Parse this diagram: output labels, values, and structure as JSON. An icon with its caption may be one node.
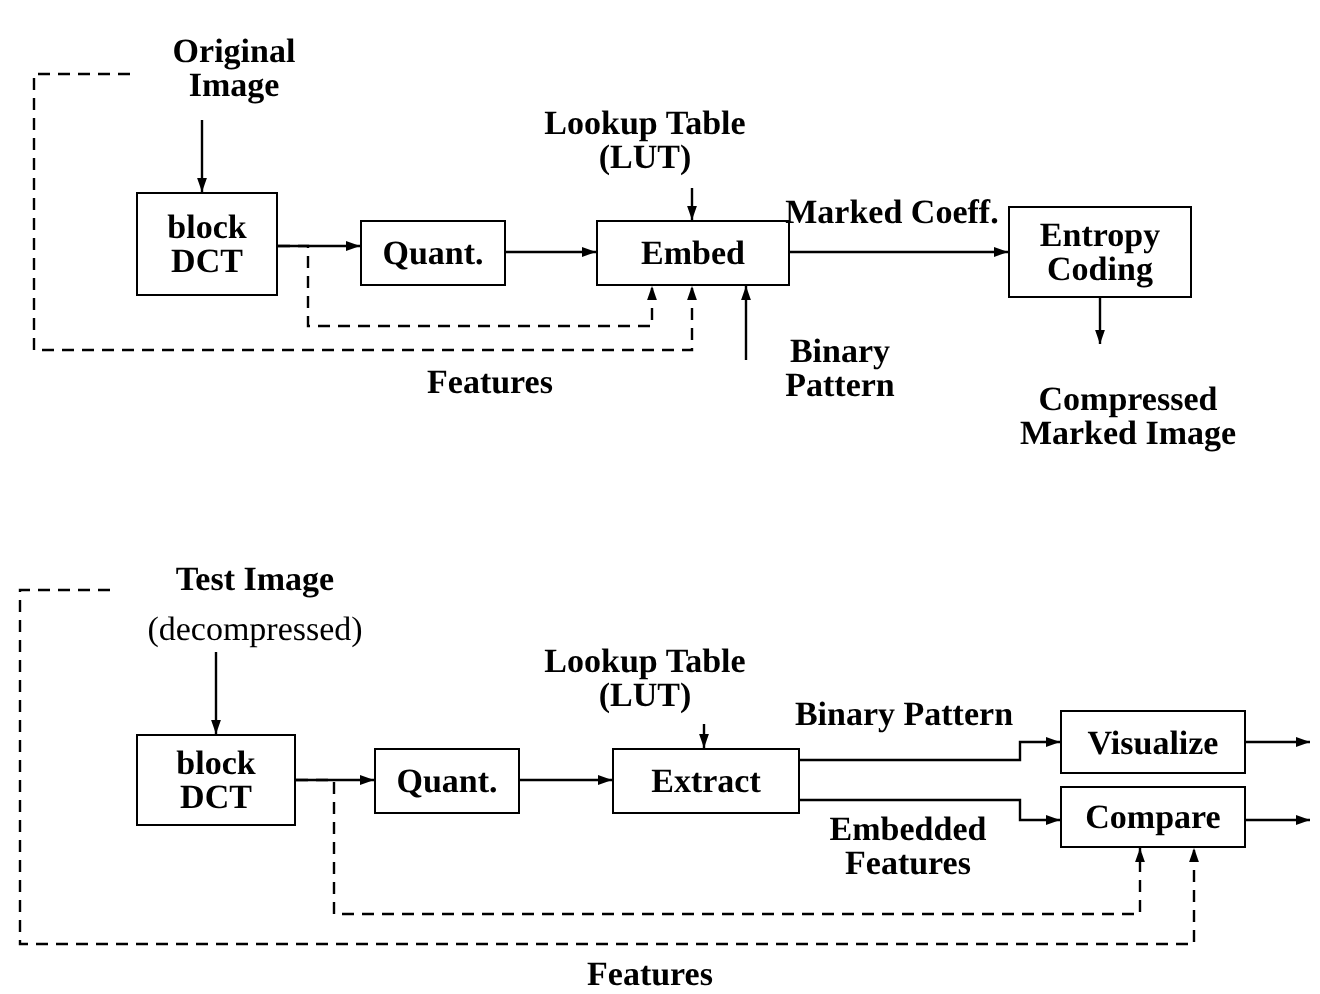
{
  "diagram": {
    "nodes": [
      {
        "text": [
          "Original Image"
        ]
      },
      {
        "text": [
          "block DCT"
        ]
      },
      {
        "text": [
          "Quant."
        ]
      },
      {
        "text": [
          "Lookup Table (LUT)"
        ]
      },
      {
        "text": [
          "Embed"
        ]
      },
      {
        "text": [
          "Binary Pattern"
        ]
      },
      {
        "text": [
          "Entropy Coding"
        ]
      },
      {
        "text": [
          "Compressed Marked Image"
        ]
      },
      {
        "text": [
          "Test Image",
          "(decompressed)"
        ]
      },
      {
        "text": [
          "block DCT"
        ]
      },
      {
        "text": [
          "Quant."
        ]
      },
      {
        "text": [
          "Lookup Table (LUT)"
        ]
      },
      {
        "text": [
          "Extract"
        ]
      },
      {
        "text": [
          "Visualize"
        ]
      },
      {
        "text": [
          "Compare"
        ]
      }
    ],
    "edges": [
      {
        "from": 0,
        "to": 1,
        "arrow": "to"
      },
      {
        "from": 1,
        "to": 2,
        "arrow": "to"
      },
      {
        "from": 2,
        "to": 4,
        "arrow": "to"
      },
      {
        "from": 3,
        "to": 4,
        "arrow": "to"
      },
      {
        "from": 5,
        "to": 4,
        "arrow": "to"
      },
      {
        "from": 4,
        "to": 6,
        "arrow": "to",
        "label": "Marked Coeff."
      },
      {
        "from": 6,
        "to": 7,
        "arrow": "to"
      },
      {
        "from": 1,
        "to": 4,
        "arrow": "to",
        "style": "dashed"
      },
      {
        "from": 0,
        "to": 4,
        "arrow": "to",
        "style": "dashed",
        "label": "Features"
      },
      {
        "from": 8,
        "to": 9,
        "arrow": "to"
      },
      {
        "from": 9,
        "to": 10,
        "arrow": "to"
      },
      {
        "from": 10,
        "to": 12,
        "arrow": "to"
      },
      {
        "from": 11,
        "to": 12,
        "arrow": "to"
      },
      {
        "from": 12,
        "to": 13,
        "arrow": "to",
        "label": "Binary Pattern"
      },
      {
        "from": 12,
        "to": 14,
        "arrow": "to",
        "label": "Embedded Features"
      },
      {
        "from": 13,
        "to": null,
        "arrow": "to"
      },
      {
        "from": 14,
        "to": null,
        "arrow": "to"
      },
      {
        "from": 9,
        "to": 14,
        "arrow": "to",
        "style": "dashed"
      },
      {
        "from": 8,
        "to": 14,
        "arrow": "to",
        "style": "dashed",
        "label": "Features"
      }
    ]
  }
}
